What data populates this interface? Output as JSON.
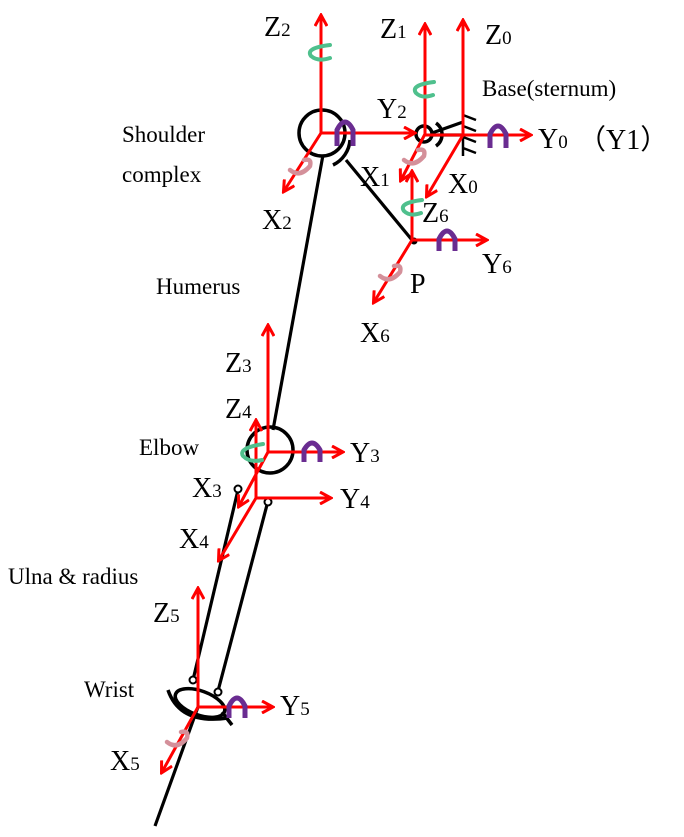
{
  "labels": {
    "base": "Base(sternum)",
    "shoulder_line1": "Shoulder",
    "shoulder_line2": "complex",
    "humerus": "Humerus",
    "elbow": "Elbow",
    "ulna_radius": "Ulna & radius",
    "wrist": "Wrist",
    "point_p": "P",
    "y1_paren": "（Y1）"
  },
  "axes": {
    "z0": {
      "main": "Z",
      "sub": "0"
    },
    "z1": {
      "main": "Z",
      "sub": "1"
    },
    "z2": {
      "main": "Z",
      "sub": "2"
    },
    "z3": {
      "main": "Z",
      "sub": "3"
    },
    "z4": {
      "main": "Z",
      "sub": "4"
    },
    "z5": {
      "main": "Z",
      "sub": "5"
    },
    "z6": {
      "main": "Z",
      "sub": "6"
    },
    "y0": {
      "main": "Y",
      "sub": "0"
    },
    "y2": {
      "main": "Y",
      "sub": "2"
    },
    "y3": {
      "main": "Y",
      "sub": "3"
    },
    "y4": {
      "main": "Y",
      "sub": "4"
    },
    "y5": {
      "main": "Y",
      "sub": "5"
    },
    "y6": {
      "main": "Y",
      "sub": "6"
    },
    "x0": {
      "main": "X",
      "sub": "0"
    },
    "x1": {
      "main": "X",
      "sub": "1"
    },
    "x2": {
      "main": "X",
      "sub": "2"
    },
    "x3": {
      "main": "X",
      "sub": "3"
    },
    "x4": {
      "main": "X",
      "sub": "4"
    },
    "x5": {
      "main": "X",
      "sub": "5"
    },
    "x6": {
      "main": "X",
      "sub": "6"
    }
  },
  "colors": {
    "axis": "#ff0000",
    "rotation_z": "#4fc08d",
    "rotation_y": "#6a2c91",
    "rotation_x": "#d4909a",
    "bone": "#000000"
  }
}
